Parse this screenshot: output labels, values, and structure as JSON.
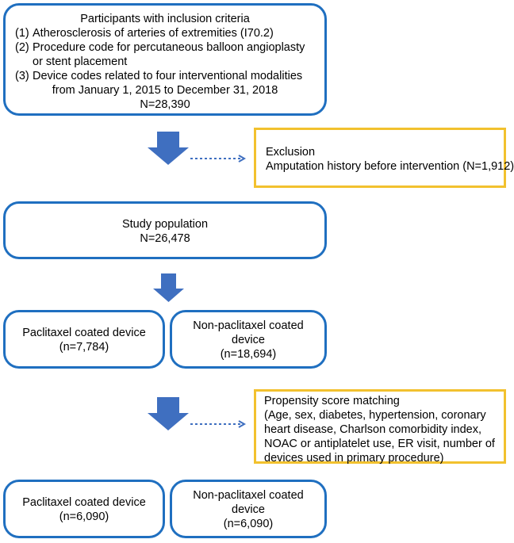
{
  "colors": {
    "box_border": "#1f6fc0",
    "exclusion_border": "#f2c12e",
    "arrow": "#3f6fc0"
  },
  "inclusion": {
    "title": "Participants with inclusion criteria",
    "items": [
      {
        "num": "(1)",
        "text": "Atherosclerosis of arteries of extremities (I70.2)"
      },
      {
        "num": "(2)",
        "text": "Procedure code for percutaneous balloon angioplasty or stent placement"
      },
      {
        "num": "(3)",
        "text": "Device codes related to four interventional modalities"
      }
    ],
    "period": "from January 1, 2015 to December 31, 2018",
    "n": "N=28,390"
  },
  "exclusion": {
    "title": "Exclusion",
    "text": "Amputation history before intervention (N=1,912)"
  },
  "study": {
    "title": "Study population",
    "n": "N=26,478"
  },
  "groups_before": {
    "left": {
      "label": "Paclitaxel coated device",
      "n": "(n=7,784)"
    },
    "right": {
      "label": "Non-paclitaxel coated device",
      "n": "(n=18,694)"
    }
  },
  "matching": {
    "title": "Propensity score matching",
    "text": "(Age, sex, diabetes, hypertension, coronary heart disease, Charlson comorbidity index, NOAC or antiplatelet use, ER visit, number of devices used in primary procedure)"
  },
  "groups_after": {
    "left": {
      "label": "Paclitaxel coated device",
      "n": "(n=6,090)"
    },
    "right": {
      "label": "Non-paclitaxel coated device",
      "n": "(n=6,090)"
    }
  }
}
